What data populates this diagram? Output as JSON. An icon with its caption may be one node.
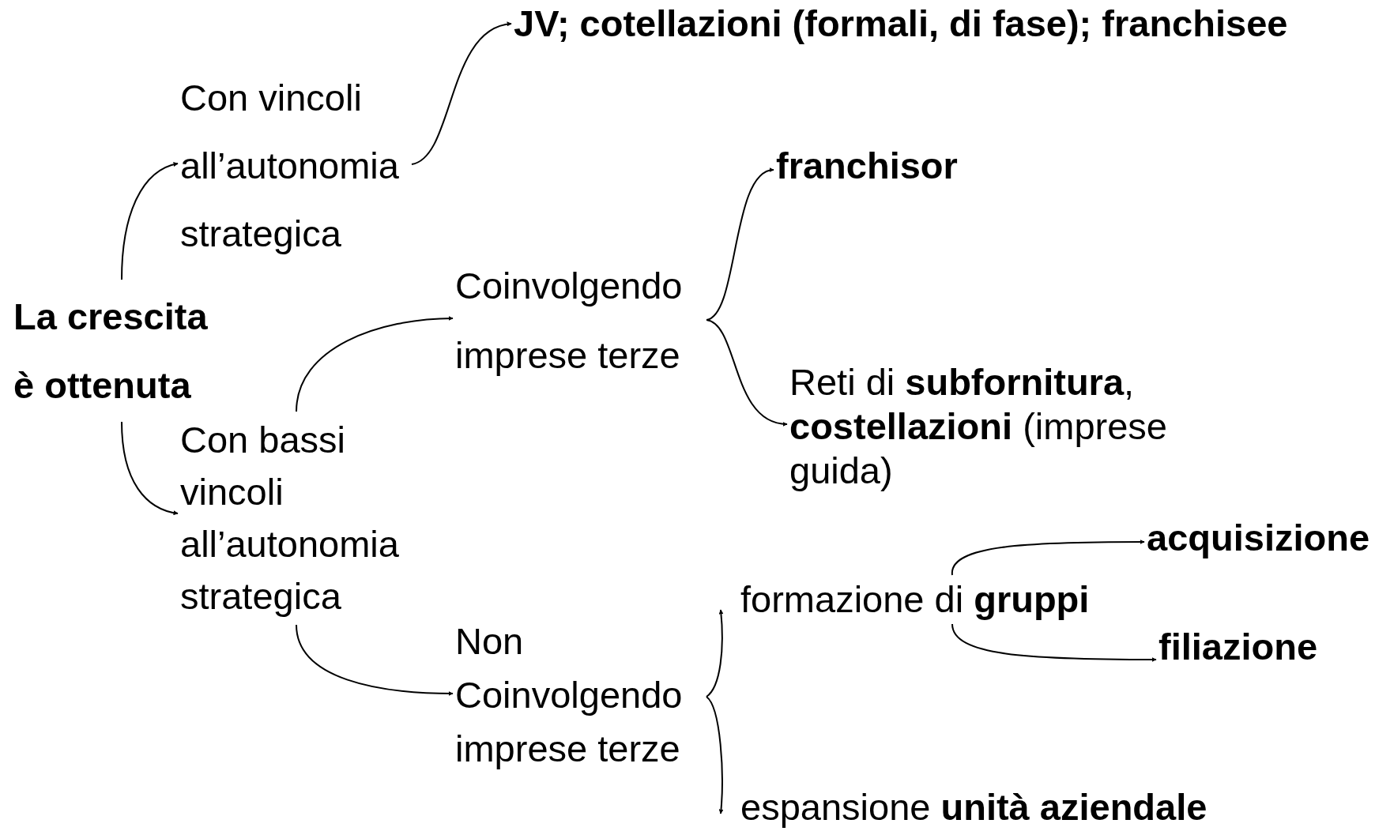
{
  "diagram": {
    "nodes": [
      {
        "text": [
          "La crescita è ottenuta"
        ]
      },
      {
        "text": [
          "Con vincoli all’autonomia strategica"
        ]
      },
      {
        "text": [
          "JV; cotellazioni (formali, di fase); franchisee"
        ]
      },
      {
        "text": [
          "Con bassi vincoli all’autonomia strategica"
        ]
      },
      {
        "text": [
          "Coinvolgendo imprese terze"
        ]
      },
      {
        "text": [
          "Non Coinvolgendo imprese terze"
        ]
      },
      {
        "text": [
          "franchisor"
        ]
      },
      {
        "text": [
          "Reti di **subfornitura**, **costellazioni** (imprese guida)"
        ]
      },
      {
        "text": [
          "formazione di **gruppi**"
        ]
      },
      {
        "text": [
          "espansione **unità aziendale**"
        ]
      },
      {
        "text": [
          "acquisizione"
        ]
      },
      {
        "text": [
          "filiazione"
        ]
      }
    ],
    "edges": [
      {
        "from": 0,
        "to": 1,
        "arrow": "to"
      },
      {
        "from": 1,
        "to": 2,
        "arrow": "to"
      },
      {
        "from": 0,
        "to": 3,
        "arrow": "to"
      },
      {
        "from": 3,
        "to": 4,
        "arrow": "to"
      },
      {
        "from": 3,
        "to": 5,
        "arrow": "to"
      },
      {
        "from": 4,
        "to": 6,
        "arrow": "to"
      },
      {
        "from": 4,
        "to": 7,
        "arrow": "to"
      },
      {
        "from": 5,
        "to": 8,
        "arrow": "to"
      },
      {
        "from": 5,
        "to": 9,
        "arrow": "to"
      },
      {
        "from": 8,
        "to": 10,
        "arrow": "to"
      },
      {
        "from": 8,
        "to": 11,
        "arrow": "to"
      }
    ]
  }
}
